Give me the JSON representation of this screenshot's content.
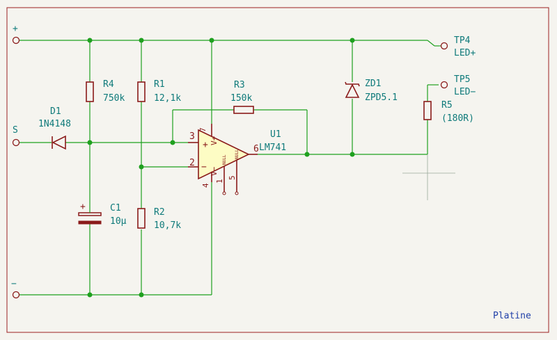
{
  "power": {
    "plus": "+",
    "minus": "−",
    "signal": "S"
  },
  "components": {
    "r4": {
      "ref": "R4",
      "value": "750k"
    },
    "r1": {
      "ref": "R1",
      "value": "12,1k"
    },
    "r3": {
      "ref": "R3",
      "value": "150k"
    },
    "r2": {
      "ref": "R2",
      "value": "10,7k"
    },
    "r5": {
      "ref": "R5",
      "value": "(180R)"
    },
    "d1": {
      "ref": "D1",
      "value": "1N4148"
    },
    "c1": {
      "ref": "C1",
      "value": "10µ",
      "polarity": "+"
    },
    "zd1": {
      "ref": "ZD1",
      "value": "ZPD5.1"
    },
    "u1": {
      "ref": "U1",
      "value": "LM741"
    }
  },
  "opamp_pins": {
    "p3": "3",
    "p2": "2",
    "p7": "7",
    "p4": "4",
    "p6": "6",
    "p1": "1",
    "p5": "5",
    "noninv": "+",
    "inv": "−",
    "vplus": "V+",
    "vminus": "V−",
    "null1": "NULL",
    "null2": "NULL"
  },
  "test_points": {
    "tp4": {
      "ref": "TP4",
      "net": "LED+"
    },
    "tp5": {
      "ref": "TP5",
      "net": "LED−"
    }
  },
  "sheet": {
    "title": "Platine"
  },
  "colors": {
    "wire": "#1fa01f",
    "component": "#8a1a1a",
    "label": "#0e7a7a",
    "body_fill": "#fdfcc4",
    "frame": "#8a1a1a"
  }
}
